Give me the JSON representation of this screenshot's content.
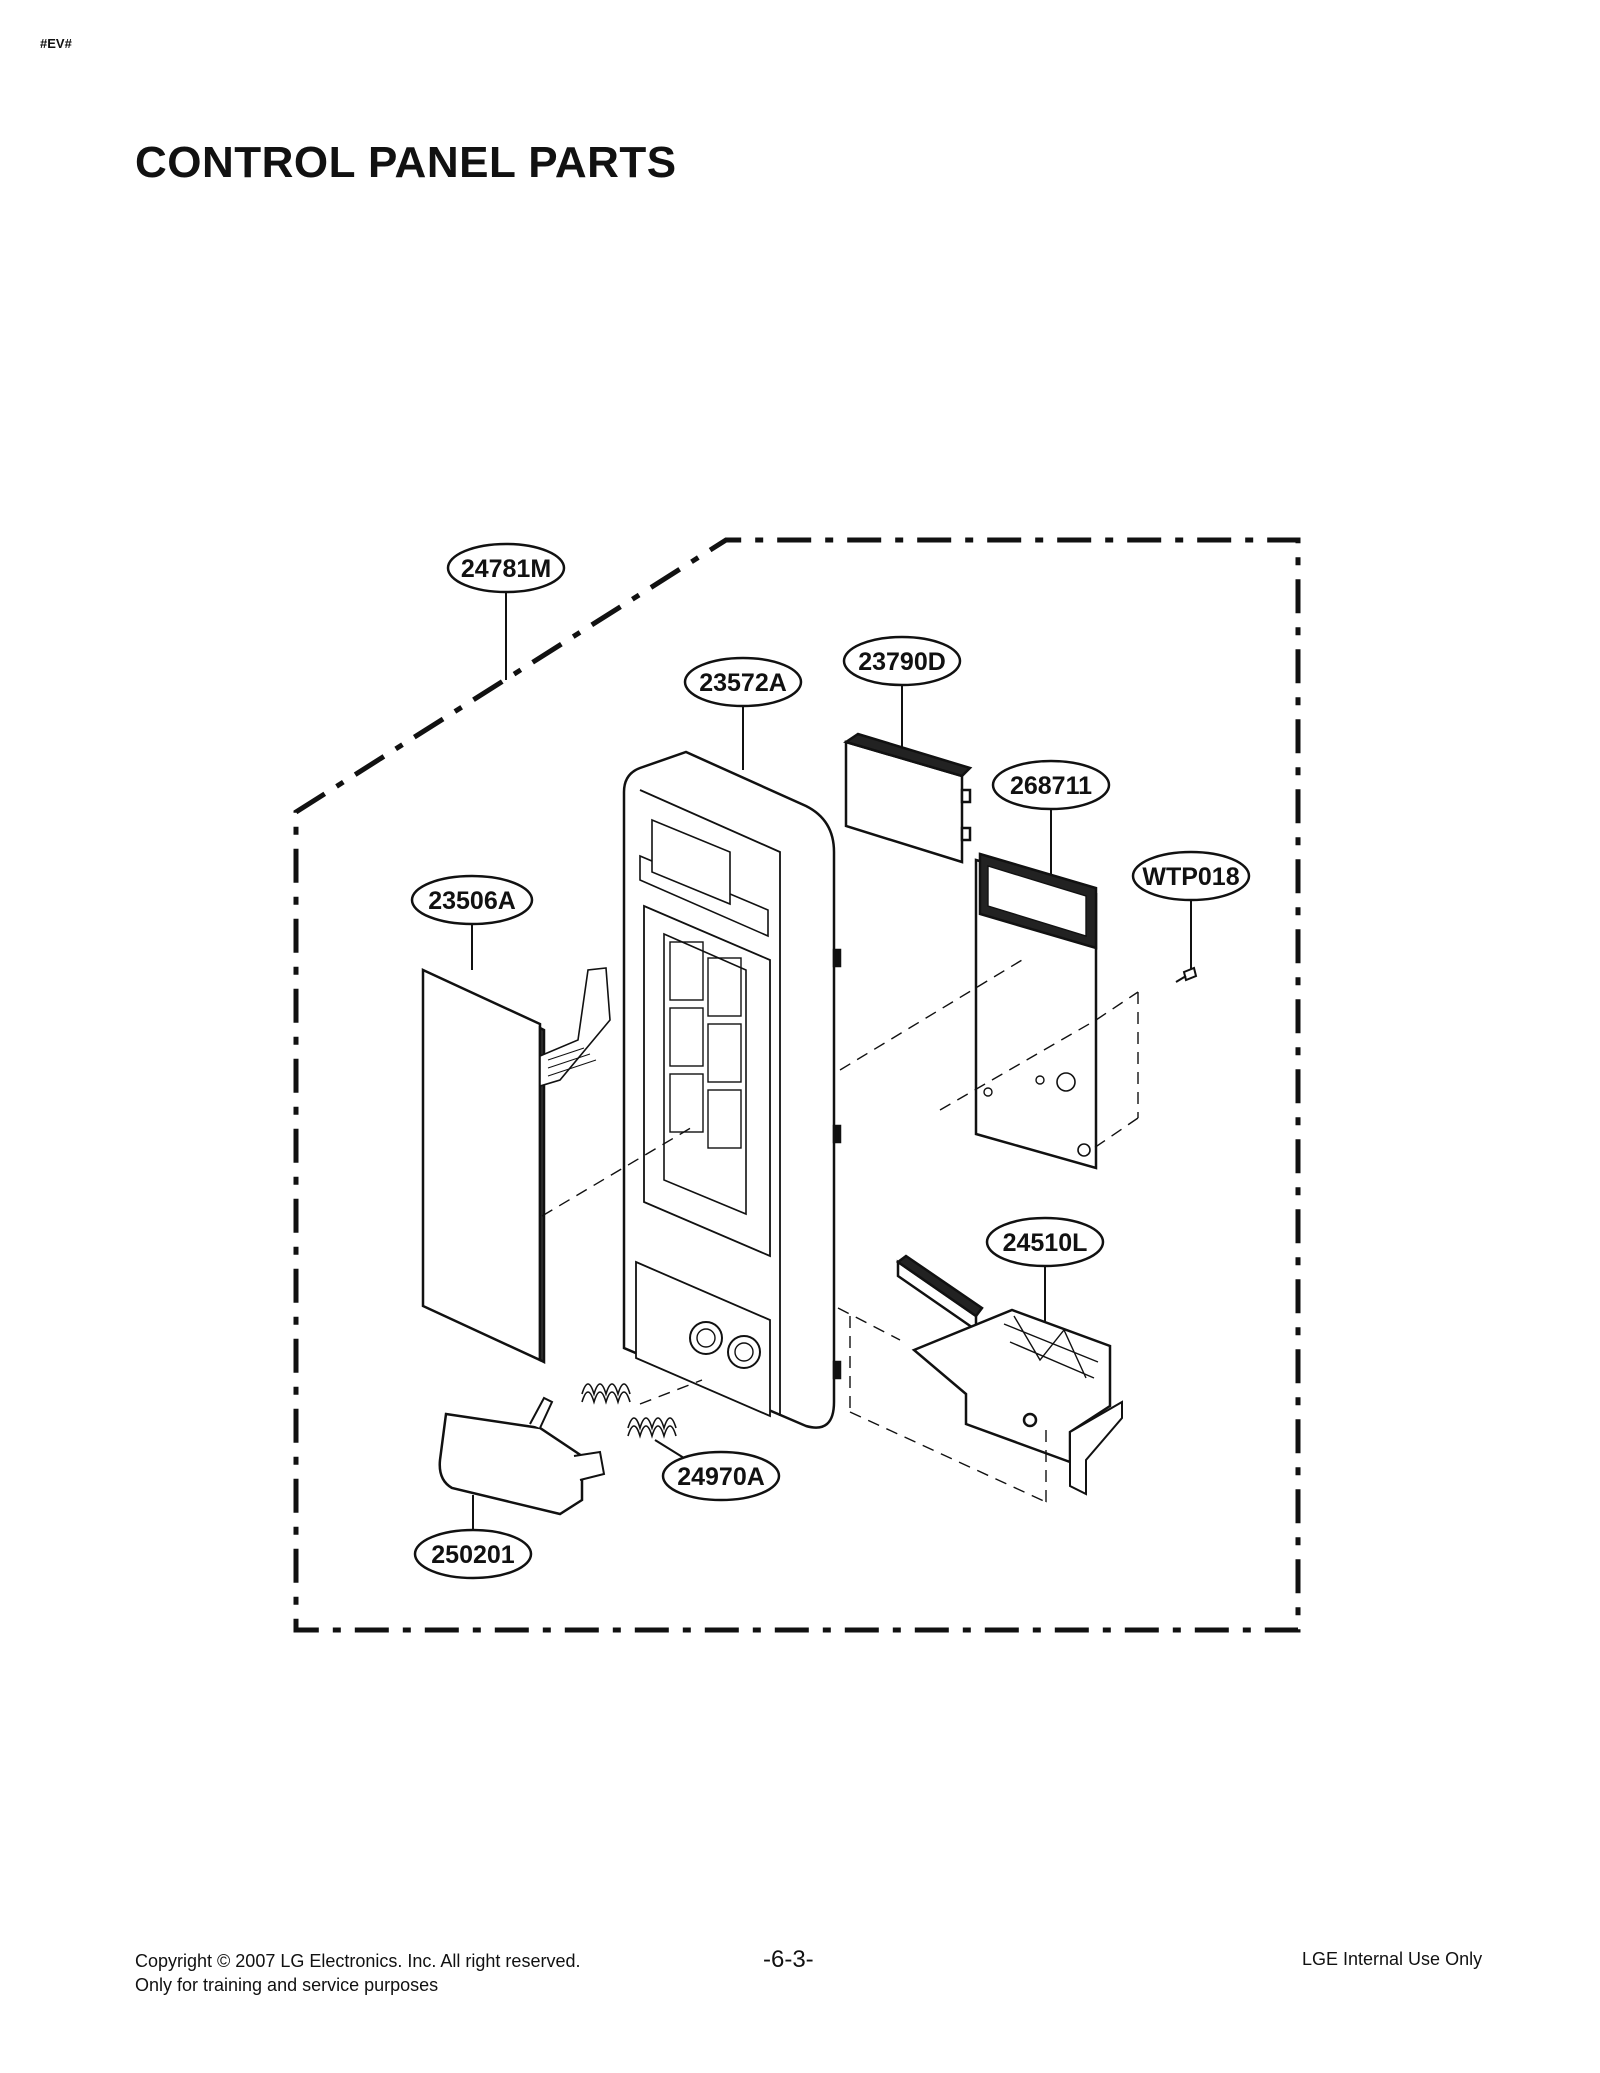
{
  "header": {
    "code": "#EV#",
    "title": "CONTROL PANEL PARTS"
  },
  "parts": [
    {
      "id": "24781M"
    },
    {
      "id": "23572A"
    },
    {
      "id": "23790D"
    },
    {
      "id": "268711"
    },
    {
      "id": "WTP018"
    },
    {
      "id": "23506A"
    },
    {
      "id": "24510L"
    },
    {
      "id": "24970A"
    },
    {
      "id": "250201"
    }
  ],
  "footer": {
    "copyright": "Copyright © 2007 LG Electronics. Inc. All right reserved.",
    "note": "Only for training and service purposes",
    "page": "-6-3-",
    "internal": "LGE Internal Use Only"
  }
}
